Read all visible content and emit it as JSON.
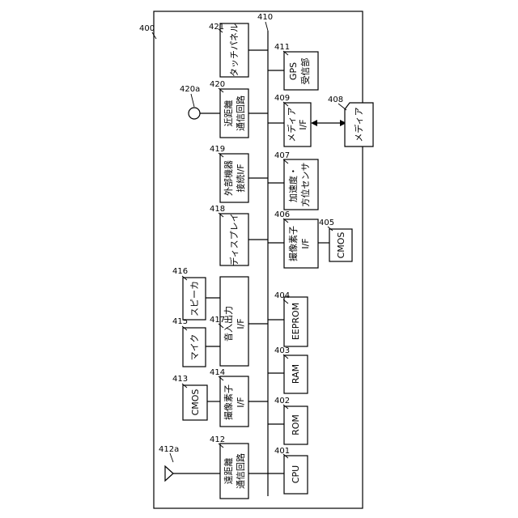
{
  "labels": {
    "cpu": "CPU",
    "rom": "ROM",
    "ram": "RAM",
    "eeprom": "EEPROM",
    "cmos_main": "CMOS",
    "cmos_top": "CMOS",
    "imaging_if_lower_l1": "撮像素子",
    "imaging_if_lower_l2": "I/F",
    "imaging_if_upper_l1": "撮像素子",
    "imaging_if_upper_l2": "I/F",
    "accel_sensor_l1": "加速度・",
    "accel_sensor_l2": "方位センサ",
    "media_if_l1": "メディア",
    "media_if_l2": "I/F",
    "gps_l1": "GPS",
    "gps_l2": "受信部",
    "media": "メディア",
    "long_comm_l1": "遠距離",
    "long_comm_l2": "通信回路",
    "mic": "マイク",
    "audio_if_l1": "音入出力",
    "audio_if_l2": "I/F",
    "speaker": "スピーカ",
    "display": "ディスプレイ",
    "ext_device_l1": "外部機器",
    "ext_device_l2": "接続I/F",
    "short_comm_l1": "近距離",
    "short_comm_l2": "通信回路",
    "touch_panel": "タッチパネル"
  },
  "refs": {
    "r400": "400",
    "r401": "401",
    "r402": "402",
    "r403": "403",
    "r404": "404",
    "r405": "405",
    "r406": "406",
    "r407": "407",
    "r408": "408",
    "r409": "409",
    "r410": "410",
    "r411": "411",
    "r412": "412",
    "r412a": "412a",
    "r413": "413",
    "r414": "414",
    "r415": "415",
    "r416": "416",
    "r417": "417",
    "r418": "418",
    "r419": "419",
    "r420": "420",
    "r420a": "420a",
    "r421": "421"
  }
}
